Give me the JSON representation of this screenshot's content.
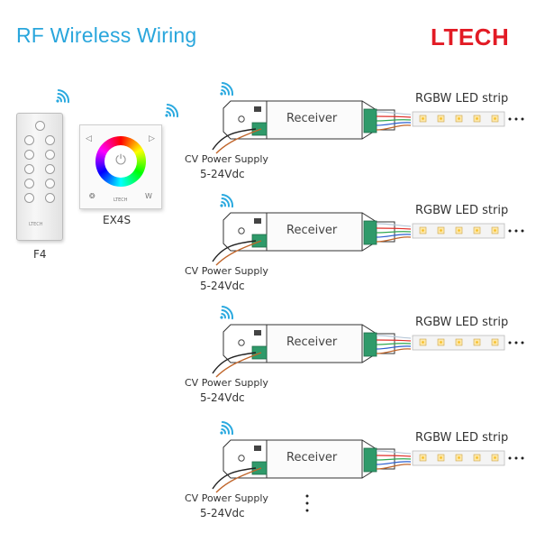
{
  "title": "RF Wireless Wiring",
  "brand": "LTECH",
  "remote_label": "F4",
  "panel_label": "EX4S",
  "panel_small_text": "LTECH",
  "panel_left_mark": "❂",
  "panel_right_mark": "W",
  "panel_left_arrow": "◁",
  "panel_right_arrow": "▷",
  "remote_small_text": "LTECH",
  "rows": [
    {
      "receiver": "Receiver",
      "strip": "RGBW LED strip",
      "supply": "CV Power Supply",
      "voltage": "5-24Vdc"
    },
    {
      "receiver": "Receiver",
      "strip": "RGBW LED strip",
      "supply": "CV Power Supply",
      "voltage": "5-24Vdc"
    },
    {
      "receiver": "Receiver",
      "strip": "RGBW LED strip",
      "supply": "CV Power Supply",
      "voltage": "5-24Vdc"
    },
    {
      "receiver": "Receiver",
      "strip": "RGBW LED strip",
      "supply": "CV Power Supply",
      "voltage": "5-24Vdc"
    }
  ],
  "colors": {
    "title": "#29a6dc",
    "brand": "#e21b25",
    "wifi": "#2aa9df",
    "wire_red": "#e0302a",
    "wire_green": "#2fa84f",
    "wire_blue": "#2b5fcf",
    "wire_white": "#b8c8d8",
    "wire_brown": "#c0652a",
    "terminal": "#2f9a6a"
  },
  "icons": [
    "wifi-signal-icon",
    "power-icon",
    "continuation-dots-icon"
  ]
}
